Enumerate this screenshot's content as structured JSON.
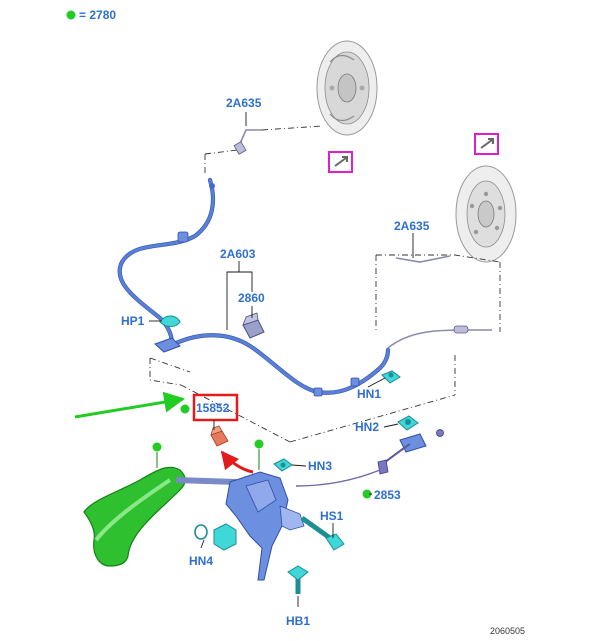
{
  "legend": {
    "text": "= 2780",
    "dot_color": "#22cc22"
  },
  "labels": {
    "cable_left_top": "2A635",
    "cable_right": "2A635",
    "front_cable": "2A603",
    "clip_2860": "2860",
    "hp1": "HP1",
    "hn1": "HN1",
    "hn2": "HN2",
    "hn3": "HN3",
    "hn4": "HN4",
    "hs1": "HS1",
    "hb1": "HB1",
    "part_15852": "15852",
    "part_2853": "2853"
  },
  "figure_number": "2060505",
  "colors": {
    "label_blue": "#2e6fcf",
    "highlight_red": "#e21b1b",
    "pointer_green": "#22cc22",
    "view_icon_magenta": "#e01fc8",
    "cable_blue": "#5a7fd6",
    "lever_green": "#2fc02f",
    "fastener_cyan": "#3fd7d7",
    "switch_orange": "#e77a5a"
  },
  "icons": [
    "view-arrow-icon",
    "view-arrow-icon"
  ]
}
